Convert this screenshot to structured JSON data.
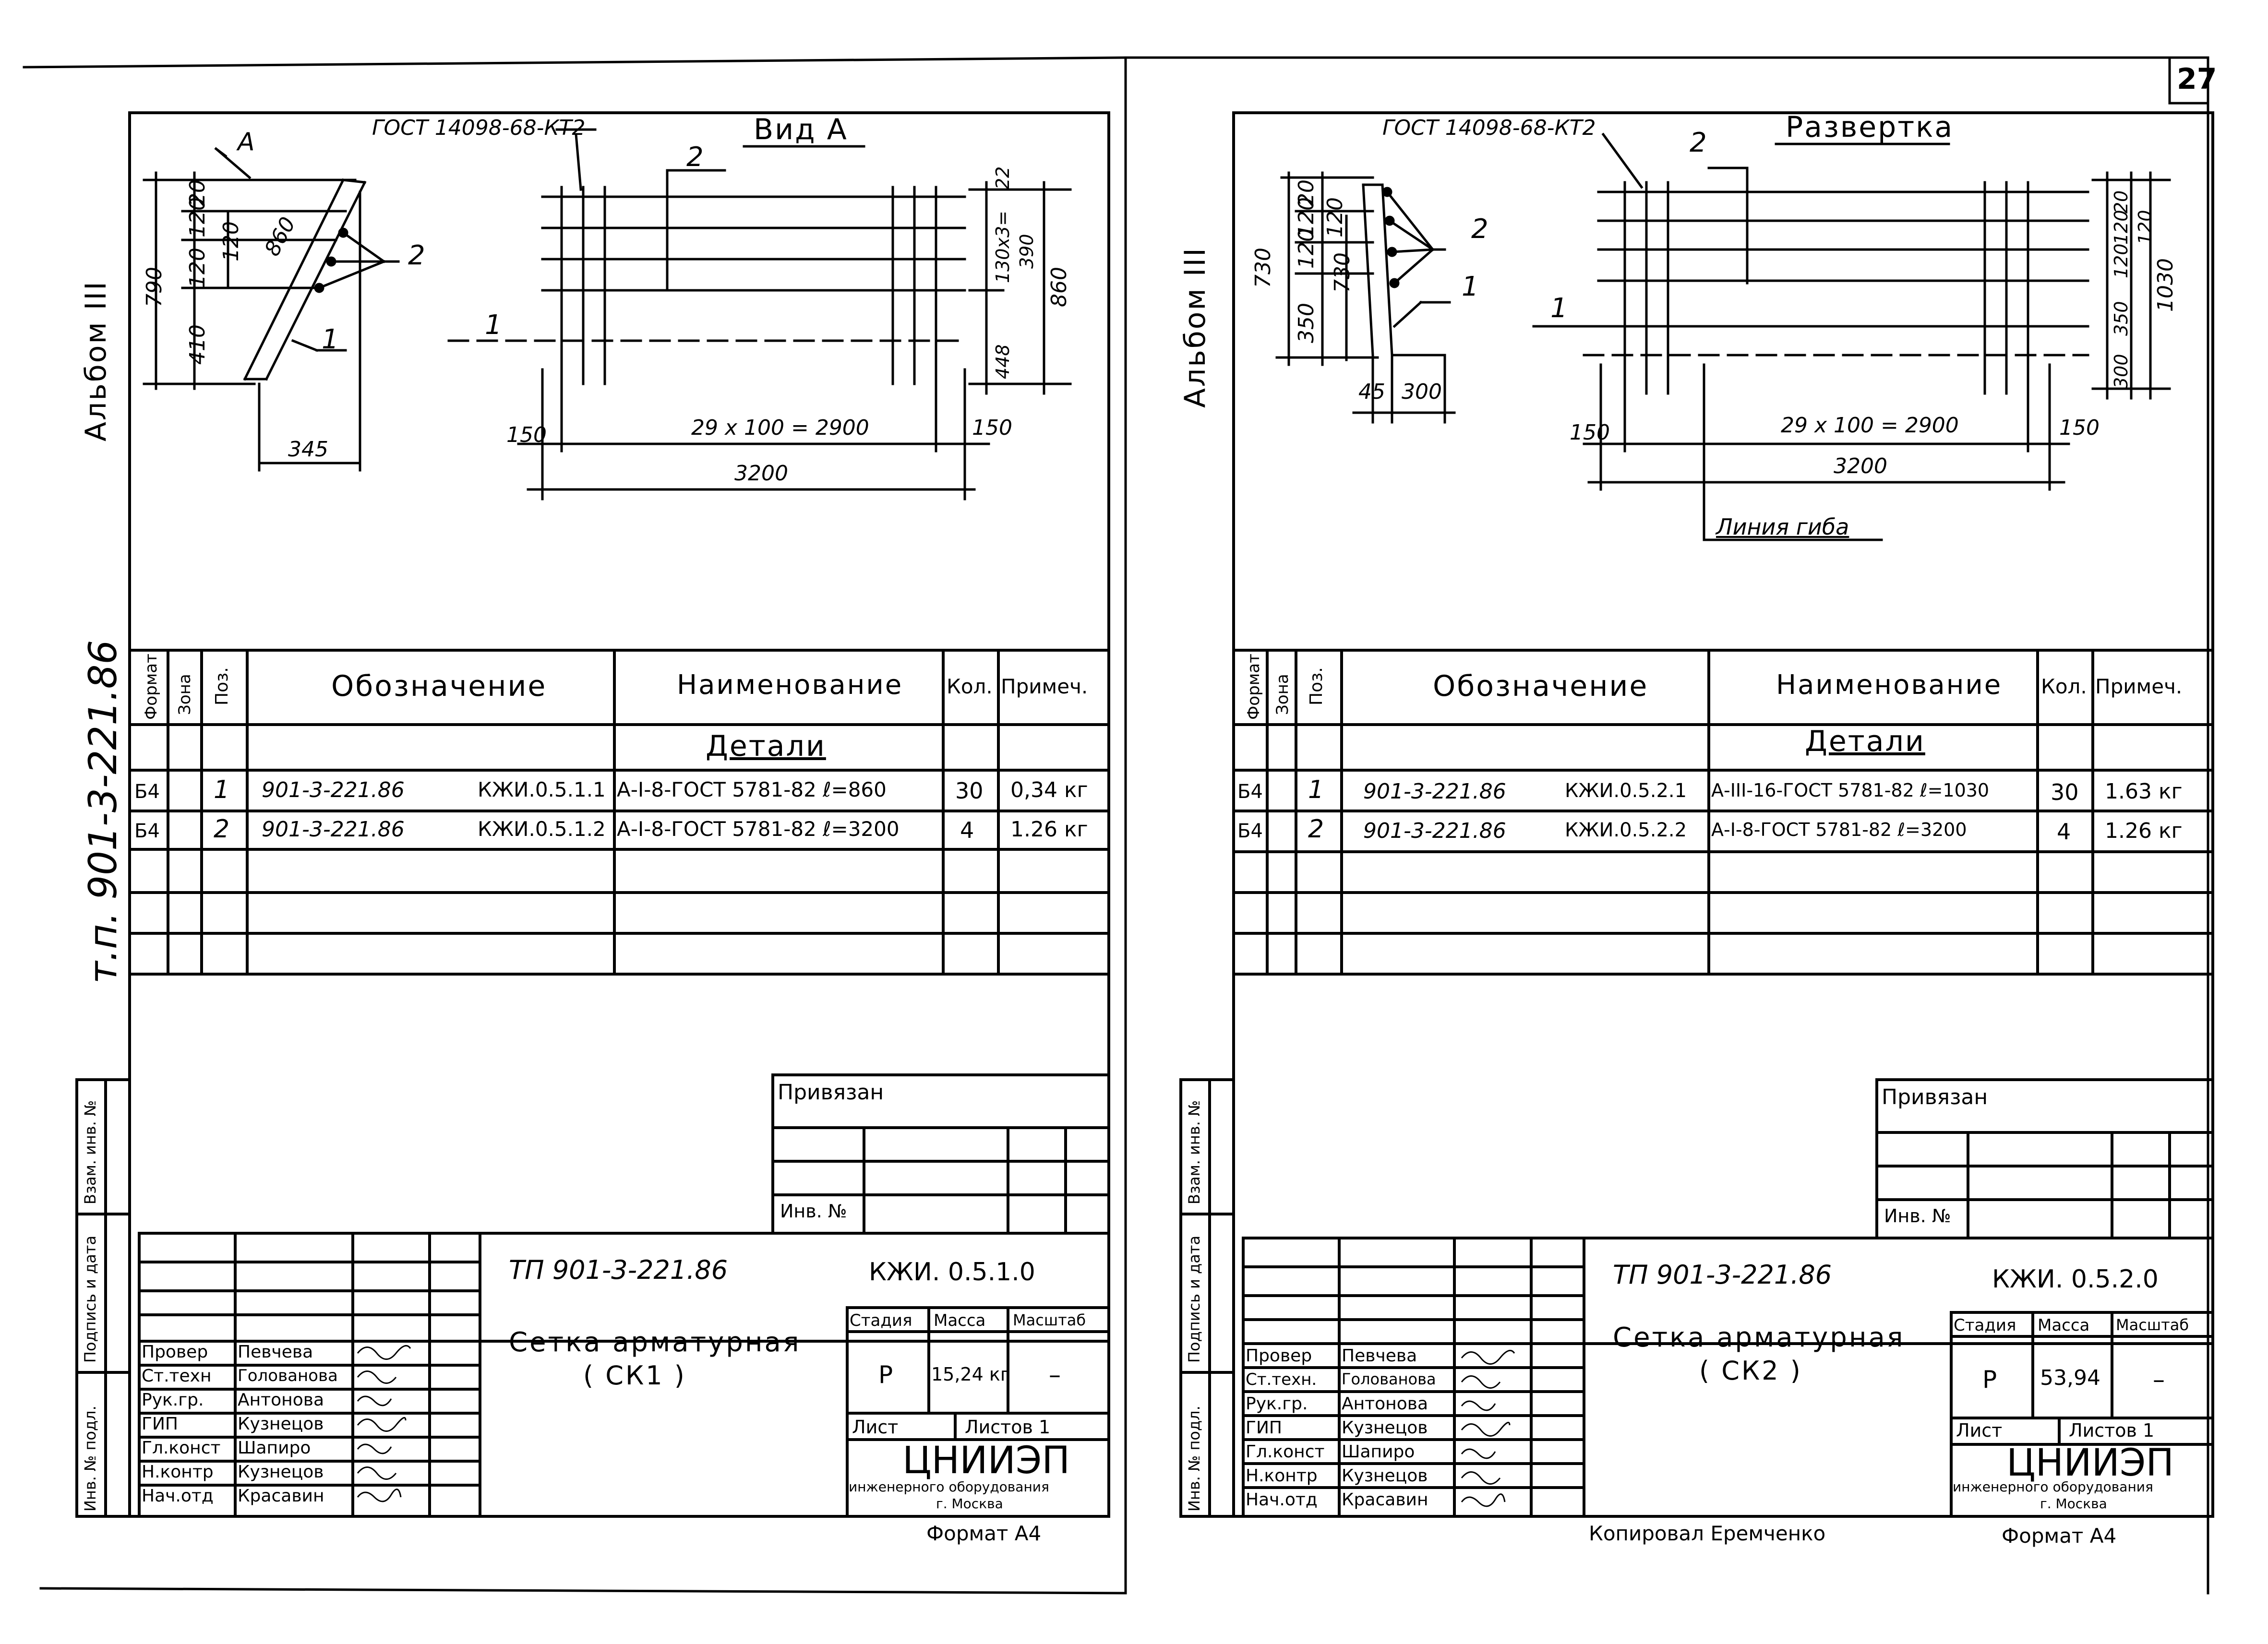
{
  "sheet_number": "27",
  "left": {
    "album": "Альбом III",
    "series": "т.п. 901-3-221.86",
    "gost": "ГОСТ 14098-68-КТ2",
    "view_title": "Вид А",
    "view_arrow": "А",
    "pos1": "1",
    "pos2": "2",
    "dims_bent": {
      "d20": "20",
      "d120a": "120",
      "d120b": "120",
      "d120c": "120",
      "d410": "410",
      "d790": "790",
      "d860": "860",
      "d345": "345"
    },
    "dims_plan": {
      "d22": "22",
      "d130": "130x3=",
      "d390": "390",
      "d448": "448",
      "d860": "860",
      "d150a": "150",
      "d2900": "29 x 100 = 2900",
      "d150b": "150",
      "d3200": "3200"
    },
    "table": {
      "headers": {
        "format": "Формат",
        "zone": "Зона",
        "pos": "Поз.",
        "designation": "Обозначение",
        "name": "Наименование",
        "qty": "Кол.",
        "note": "Примеч."
      },
      "section": "Детали",
      "rows": [
        {
          "format": "Б4",
          "pos": "1",
          "code": "901-3-221.86",
          "mark": "КЖИ.0.5.1.1",
          "name": "А-I-8-ГОСТ 5781-82 ℓ=860",
          "qty": "30",
          "note": "0,34 кг"
        },
        {
          "format": "Б4",
          "pos": "2",
          "code": "901-3-221.86",
          "mark": "КЖИ.0.5.1.2",
          "name": "А-I-8-ГОСТ 5781-82 ℓ=3200",
          "qty": "4",
          "note": "1.26 кг"
        }
      ]
    },
    "side_labels": [
      "Инв. № подл.",
      "Подпись и дата",
      "Взам. инв. №"
    ],
    "bound": "Привязан",
    "inv": "Инв. №",
    "title_block": {
      "project": "ТП 901-3-221.86",
      "doc": "КЖИ. 0.5.1.0",
      "title1": "Сетка арматурная",
      "title2": "( СК1 )",
      "stage_h": "Стадия",
      "mass_h": "Масса",
      "scale_h": "Масштаб",
      "stage": "Р",
      "mass": "15,24 кг",
      "scale": "–",
      "sheet_h": "Лист",
      "sheets_h": "Листов 1",
      "org": "ЦНИИЭП",
      "org2": "инженерного оборудования",
      "org3": "г. Москва",
      "roles": [
        "Провер",
        "Ст.техн",
        "Рук.гр.",
        "ГИП",
        "Гл.конст",
        "Н.контр",
        "Нач.отд"
      ],
      "names": [
        "Певчева",
        "Голованова",
        "Антонова",
        "Кузнецов",
        "Шапиро",
        "Кузнецов",
        "Красавин"
      ]
    },
    "format": "Формат А4"
  },
  "right": {
    "album": "Альбом III",
    "gost": "ГОСТ 14098-68-КТ2",
    "view_title": "Развертка",
    "pos1": "1",
    "pos2": "2",
    "bend_line": "Линия гиба",
    "dims_bent": {
      "d20": "20",
      "d120a": "120",
      "d120b": "120",
      "d120c": "120",
      "d350": "350",
      "d730a": "730",
      "d730b": "730",
      "d45": "45",
      "d300": "300"
    },
    "dims_plan": {
      "d20": "20",
      "d120a": "120",
      "d120b": "120",
      "d120c": "120",
      "d350": "350",
      "d300": "300",
      "d1030": "1030",
      "d150a": "150",
      "d2900": "29 x 100 = 2900",
      "d150b": "150",
      "d3200": "3200"
    },
    "table": {
      "headers": {
        "format": "Формат",
        "zone": "Зона",
        "pos": "Поз.",
        "designation": "Обозначение",
        "name": "Наименование",
        "qty": "Кол.",
        "note": "Примеч."
      },
      "section": "Детали",
      "rows": [
        {
          "format": "Б4",
          "pos": "1",
          "code": "901-3-221.86",
          "mark": "КЖИ.0.5.2.1",
          "name": "А-III-16-ГОСТ 5781-82 ℓ=1030",
          "qty": "30",
          "note": "1.63 кг"
        },
        {
          "format": "Б4",
          "pos": "2",
          "code": "901-3-221.86",
          "mark": "КЖИ.0.5.2.2",
          "name": "А-I-8-ГОСТ 5781-82 ℓ=3200",
          "qty": "4",
          "note": "1.26 кг"
        }
      ]
    },
    "side_labels": [
      "Инв. № подл.",
      "Подпись и дата",
      "Взам. инв. №"
    ],
    "bound": "Привязан",
    "inv": "Инв. №",
    "title_block": {
      "project": "ТП 901-3-221.86",
      "doc": "КЖИ. 0.5.2.0",
      "title1": "Сетка арматурная",
      "title2": "( СК2 )",
      "stage_h": "Стадия",
      "mass_h": "Масса",
      "scale_h": "Масштаб",
      "stage": "Р",
      "mass": "53,94",
      "scale": "–",
      "sheet_h": "Лист",
      "sheets_h": "Листов 1",
      "org": "ЦНИИЭП",
      "org2": "инженерного оборудования",
      "org3": "г. Москва",
      "roles": [
        "Провер",
        "Ст.техн.",
        "Рук.гр.",
        "ГИП",
        "Гл.конст",
        "Н.контр",
        "Нач.отд"
      ],
      "names": [
        "Певчева",
        "Голованова",
        "Антонова",
        "Кузнецов",
        "Шапиро",
        "Кузнецов",
        "Красавин"
      ]
    },
    "copied": "Копировал Еремченко",
    "format": "Формат А4"
  }
}
